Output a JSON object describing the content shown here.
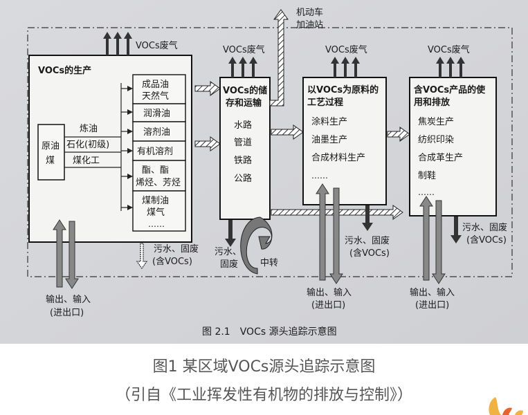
{
  "diagram": {
    "title": "图 2.1　VOCs 源头追踪示意图",
    "vehicle_top": "机动车",
    "vehicle_bottom": "加油站",
    "production": {
      "title": "VOCs的生产",
      "exhaust": "VOCs废气",
      "source_top": "原油",
      "source_bottom": "煤",
      "process_1": "炼油",
      "process_2": "石化(初级)",
      "process_3": "煤化工",
      "products": [
        "成品油",
        "天然气",
        "润滑油",
        "溶剂油",
        "有机溶剂",
        "酯、酯",
        "烯烃、芳烃",
        "煤制油",
        "煤气",
        "……"
      ],
      "waste_top": "污水、固废",
      "waste_bottom": "(含VOCs)",
      "io_top": "输出、输入",
      "io_bottom": "(进出口)"
    },
    "storage": {
      "title_top": "VOCs的储",
      "title_bottom": "存和运输",
      "exhaust": "VOCs废气",
      "items": [
        "水路",
        "管道",
        "铁路",
        "公路"
      ],
      "waste_top": "污水、",
      "waste_bottom": "固废",
      "transfer": "中转"
    },
    "raw": {
      "title_top": "以VOCs为原料的",
      "title_bottom": "工艺过程",
      "exhaust": "VOCs废气",
      "items": [
        "涂料生产",
        "油墨生产",
        "合成材料生产",
        "……"
      ],
      "waste_top": "污水、固废",
      "waste_bottom": "(含VOCs)",
      "io_top": "输出、输入",
      "io_bottom": "(进出口)"
    },
    "use": {
      "title_top": "含VOCs产品的使",
      "title_bottom": "用和排放",
      "exhaust": "VOCs废气",
      "items": [
        "焦炭生产",
        "纺织印染",
        "合成革生产",
        "制鞋",
        "……"
      ],
      "waste_top": "污水、固废",
      "waste_bottom": "(含VOCs)",
      "io_top": "输出、输入",
      "io_bottom": "(进出口)"
    }
  },
  "caption": {
    "line1": "图1 某区域VOCs源头追踪示意图",
    "line2": "（引自《工业挥发性有机物的排放与控制》）"
  }
}
